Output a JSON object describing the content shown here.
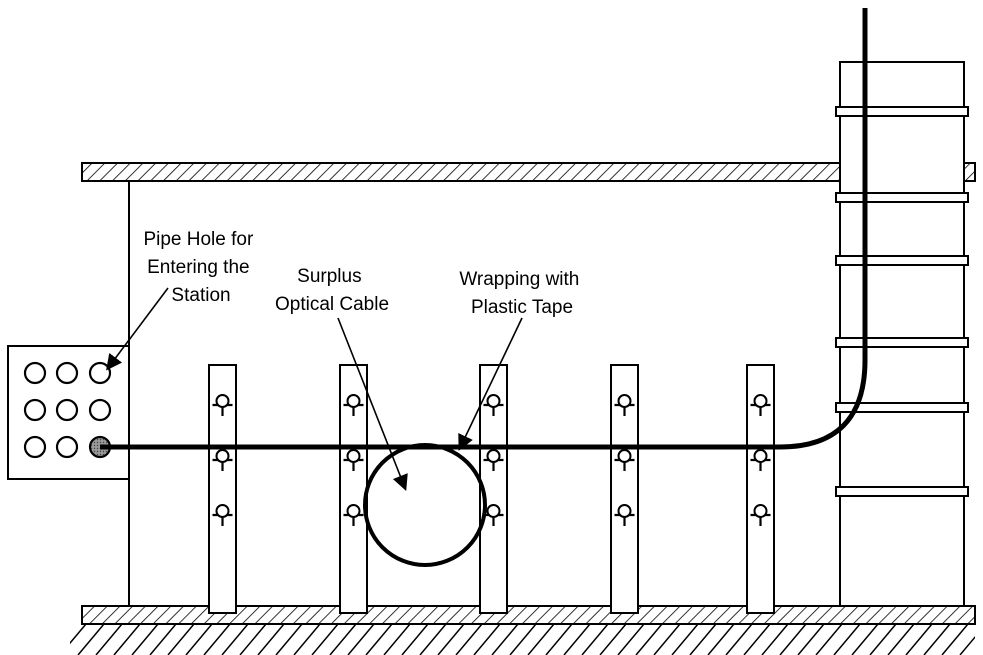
{
  "labels": {
    "pipe_hole": [
      "Pipe Hole for",
      "Entering the",
      "Station"
    ],
    "surplus": [
      "Surplus",
      "Optical Cable"
    ],
    "wrapping": [
      "Wrapping with",
      "Plastic Tape"
    ]
  },
  "colors": {
    "stroke": "#000000",
    "background": "#ffffff",
    "occupied_hole": "#8a8a8a"
  }
}
